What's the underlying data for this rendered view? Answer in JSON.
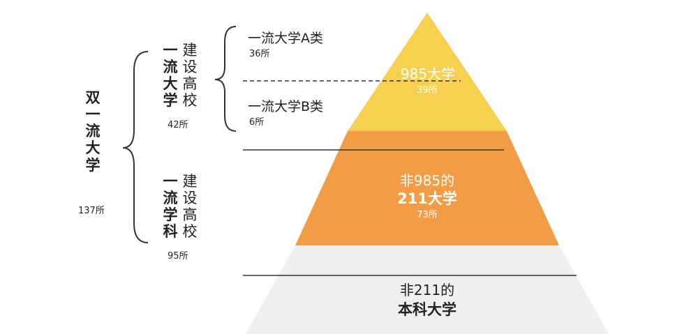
{
  "left": {
    "main_label": "双一流大学",
    "main_count": "137所",
    "group1_bold": "一流大学",
    "group1_normal": "建设高校",
    "group1_count": "42所",
    "group2_bold": "一流学科",
    "group2_normal": "建设高校",
    "group2_count": "95所"
  },
  "classes": {
    "a_label": "一流大学A类",
    "a_count": "36所",
    "b_label": "一流大学B类",
    "b_count": "6所"
  },
  "pyramid": {
    "tier1_label": "985大学",
    "tier1_count": "39所",
    "tier2_line1": "非985的",
    "tier2_line2": "211大学",
    "tier2_count": "73所",
    "tier3_line1": "非211的",
    "tier3_line2": "本科大学"
  },
  "colors": {
    "tier1": "#f8d04f",
    "tier2": "#f29d45",
    "tier3": "#efefef",
    "line": "#333333"
  }
}
